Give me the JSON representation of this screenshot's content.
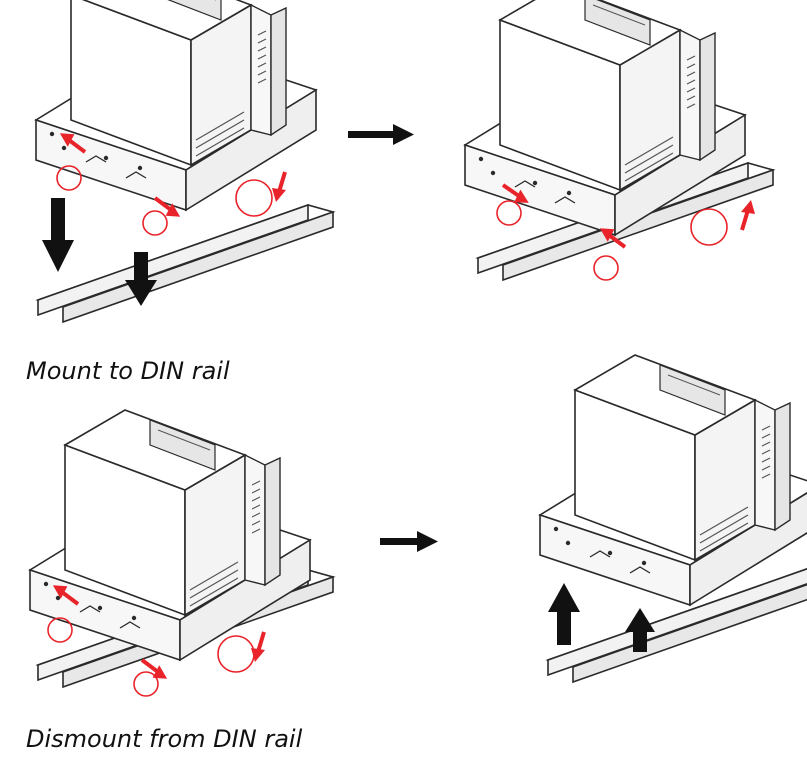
{
  "captions": {
    "mount": "Mount to DIN rail",
    "dismount": "Dismount from DIN rail"
  },
  "steps": [
    {
      "panel": "mount-step-1",
      "action": "press module down onto rail, release clips",
      "icons": [
        "circle-marker",
        "red-arrow",
        "black-arrow-down"
      ]
    },
    {
      "panel": "mount-step-2",
      "action": "push clips in, lift lever to lock",
      "icons": [
        "circle-marker",
        "red-arrow"
      ]
    },
    {
      "panel": "dismount-step-1",
      "action": "release clips, pull lever down",
      "icons": [
        "circle-marker",
        "red-arrow"
      ]
    },
    {
      "panel": "dismount-step-2",
      "action": "lift module off rail",
      "icons": [
        "black-arrow-up"
      ]
    }
  ],
  "colors": {
    "highlight": "#e8232a",
    "outline": "#2a2a2a",
    "arrow": "#111111",
    "face_light": "#ffffff",
    "face_shade": "#f2f2f2",
    "vent": "#555555"
  }
}
